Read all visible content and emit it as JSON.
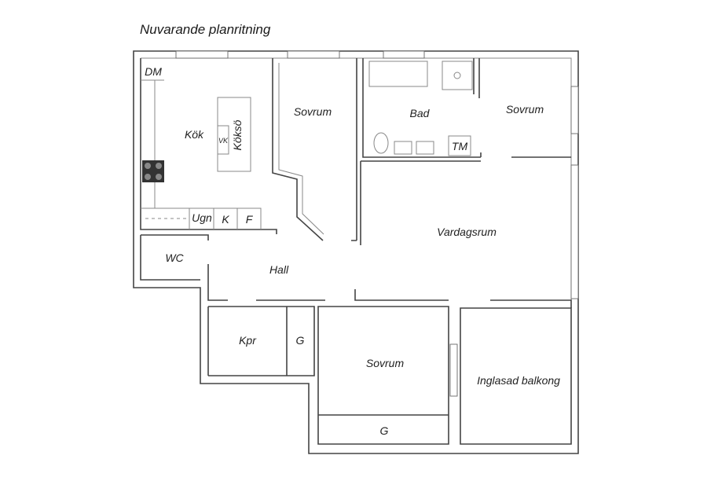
{
  "title": "Nuvarande planritning",
  "rooms": {
    "dm": "DM",
    "kok": "Kök",
    "vk": "VK",
    "kokso": "Köksö",
    "ugn": "Ugn",
    "k": "K",
    "f": "F",
    "sovrum_1": "Sovrum",
    "bad": "Bad",
    "tm": "TM",
    "sovrum_2": "Sovrum",
    "vardagsrum": "Vardagsrum",
    "wc": "WC",
    "hall": "Hall",
    "kpr": "Kpr",
    "g_1": "G",
    "sovrum_3": "Sovrum",
    "inglasad_balkong": "Inglasad balkong",
    "g_2": "G"
  }
}
